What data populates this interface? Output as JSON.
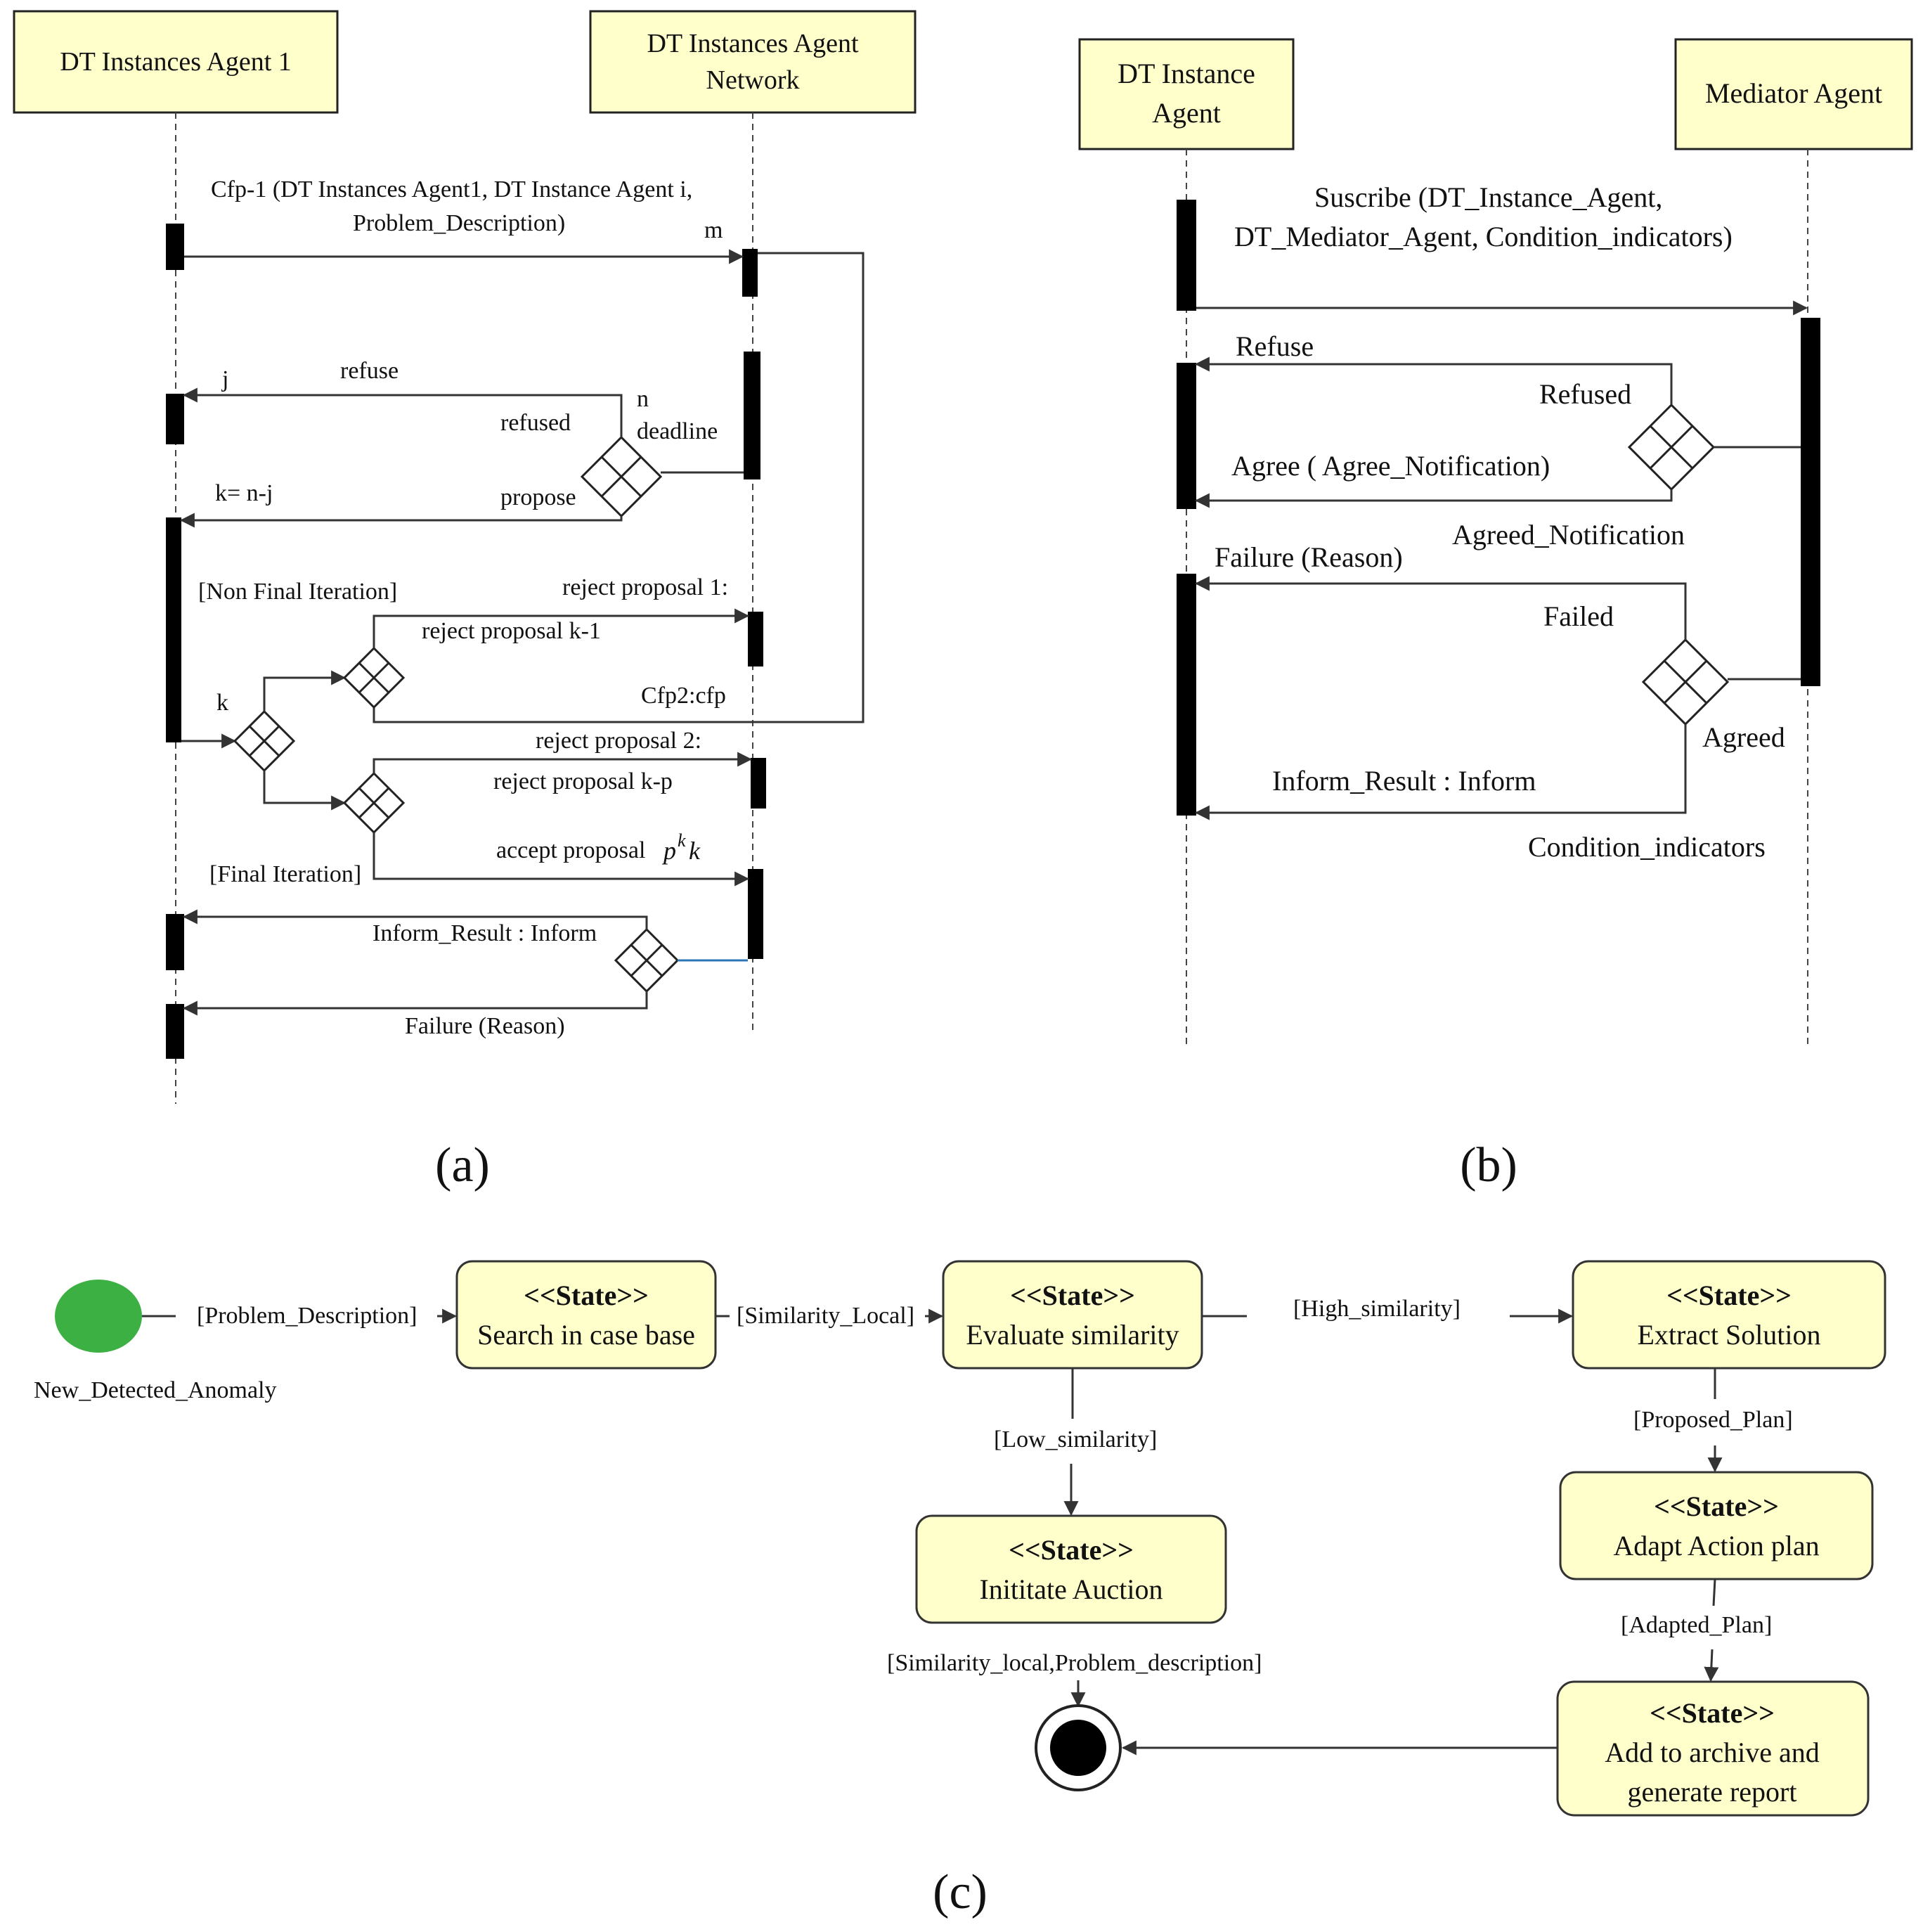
{
  "panel_a": {
    "caption": "(a)",
    "actor_left": "DT Instances Agent 1",
    "actor_right": [
      "DT Instances Agent",
      "Network"
    ],
    "cfp1": [
      "Cfp-1  (DT Instances Agent1, DT Instance Agent i,",
      "Problem_Description)"
    ],
    "m": "m",
    "j": "j",
    "refuse": "refuse",
    "n": "n",
    "refused": "refused",
    "deadline": "deadline",
    "k_eq": "k= n-j",
    "propose": "propose",
    "non_final": "[Non Final Iteration]",
    "reject1": "reject proposal 1:",
    "reject_k1": "reject proposal k-1",
    "k": "k",
    "cfp2": "Cfp2:cfp",
    "reject2": "reject proposal 2:",
    "reject_kp": "reject proposal k-p",
    "accept": "accept proposal",
    "accept_sym": "p",
    "accept_sup": "k",
    "accept_sub": "k",
    "final": "[Final Iteration]",
    "inform": "Inform_Result : Inform",
    "failure": "Failure (Reason)"
  },
  "panel_b": {
    "caption": "(b)",
    "actor_left": [
      "DT Instance",
      "Agent"
    ],
    "actor_right": "Mediator Agent",
    "subscribe": [
      "Suscribe (DT_Instance_Agent,",
      "DT_Mediator_Agent, Condition_indicators)"
    ],
    "refuse": "Refuse",
    "refused": "Refused",
    "agree": "Agree ( Agree_Notification)",
    "agreed_notification": "Agreed_Notification",
    "failure": "Failure (Reason)",
    "failed": "Failed",
    "agreed": "Agreed",
    "inform": "Inform_Result : Inform",
    "condition": "Condition_indicators"
  },
  "panel_c": {
    "caption": "(c)",
    "start_label": "New_Detected_Anomaly",
    "stereotype": "<<State>>",
    "states": {
      "search": "Search in case base",
      "evaluate": "Evaluate similarity",
      "extract": "Extract Solution",
      "adapt": "Adapt Action plan",
      "auction": "Inititate Auction",
      "archive": [
        "Add to archive and",
        "generate report"
      ]
    },
    "guards": {
      "problem": "[Problem_Description]",
      "similarity_local": "[Similarity_Local]",
      "high": "[High_similarity]",
      "low": "[Low_similarity]",
      "proposed": "[Proposed_Plan]",
      "adapted": "[Adapted_Plan]",
      "auction_out": "[Similarity_local,Problem_description]"
    },
    "colors": {
      "start_node": "#3cb043",
      "state_fill": "#ffffcc"
    }
  }
}
